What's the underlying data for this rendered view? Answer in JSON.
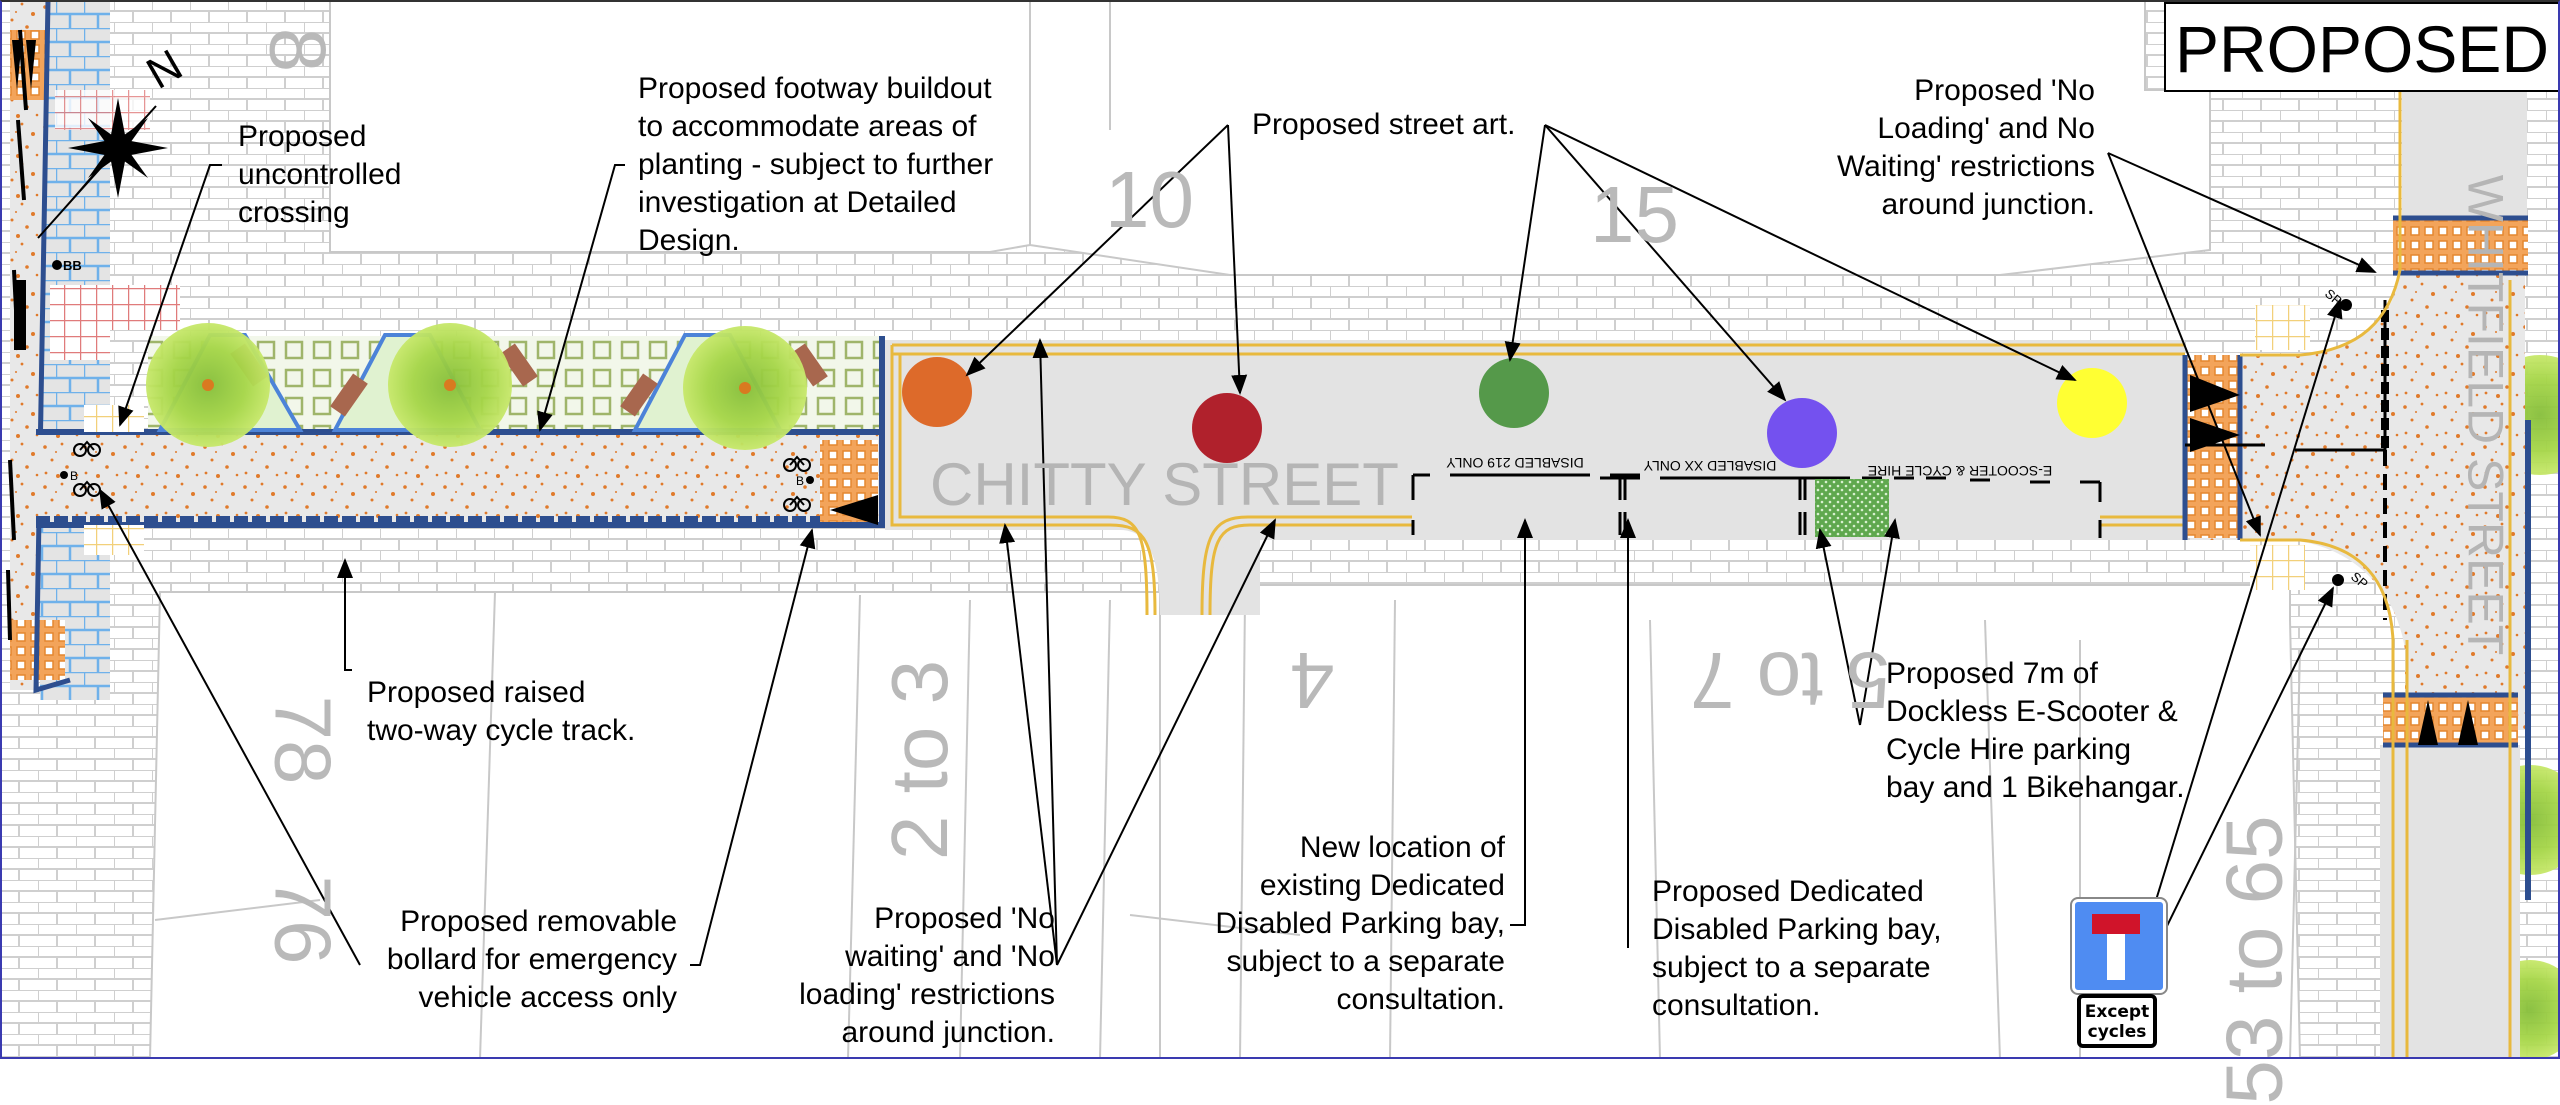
{
  "title": "PROPOSED",
  "streets": {
    "main": "CHITTY STREET",
    "side": "WHITFIELD STREET"
  },
  "house_numbers": [
    "8",
    "10",
    "15",
    "78",
    "76",
    "2 to 3",
    "4",
    "5 to 7",
    "53 to 65"
  ],
  "compass": {
    "label": "N",
    "icon": "north-arrow-compass-icon"
  },
  "bay_markings": [
    "DISABLED 219 ONLY",
    "DISABLED XX ONLY",
    "E-SCOOTER & CYCLE HIRE"
  ],
  "street_art_colors": [
    "#dd6a2a",
    "#b0212c",
    "#55994a",
    "#7451ef",
    "#ffff33"
  ],
  "map_symbols": {
    "bollard_b": "B",
    "bollard_bb": "BB",
    "sign_post": "SP"
  },
  "annotations": {
    "uncontrolled_crossing": "Proposed\nuncontrolled\ncrossing",
    "footway_buildout": "Proposed footway buildout\nto accommodate areas of\nplanting - subject to further\ninvestigation at Detailed\nDesign.",
    "street_art": "Proposed street art.",
    "no_loading_top": "Proposed 'No\nLoading' and No\nWaiting' restrictions\naround junction.",
    "cycle_track": "Proposed raised\ntwo-way cycle track.",
    "removable_bollard": "Proposed removable\nbollard for emergency\nvehicle access only",
    "no_waiting_bottom": "Proposed 'No\nwaiting' and 'No\nloading' restrictions\naround junction.",
    "new_disabled_bay": "New location of\nexisting Dedicated\nDisabled Parking bay,\nsubject to a separate\nconsultation.",
    "proposed_disabled_bay": "Proposed Dedicated\nDisabled Parking bay,\nsubject to a separate\nconsultation.",
    "escooter_bay": "Proposed 7m of\nDockless E-Scooter &\nCycle Hire parking\nbay and 1 Bikehangar."
  },
  "signs": {
    "no_through_road": {
      "icon": "no-through-road-sign-icon",
      "plate": "Except\ncycles"
    }
  },
  "colors": {
    "carriageway": "#e3e3e3",
    "cycle_track_border": "#2d4e8f",
    "yellow_lines": "#e8b93e",
    "tactile": "#e59a48",
    "speckle": "#e07a2b",
    "planting": "#9bd13d",
    "buildout_border": "#4c83d8",
    "paving_line": "#cfcfcf"
  }
}
